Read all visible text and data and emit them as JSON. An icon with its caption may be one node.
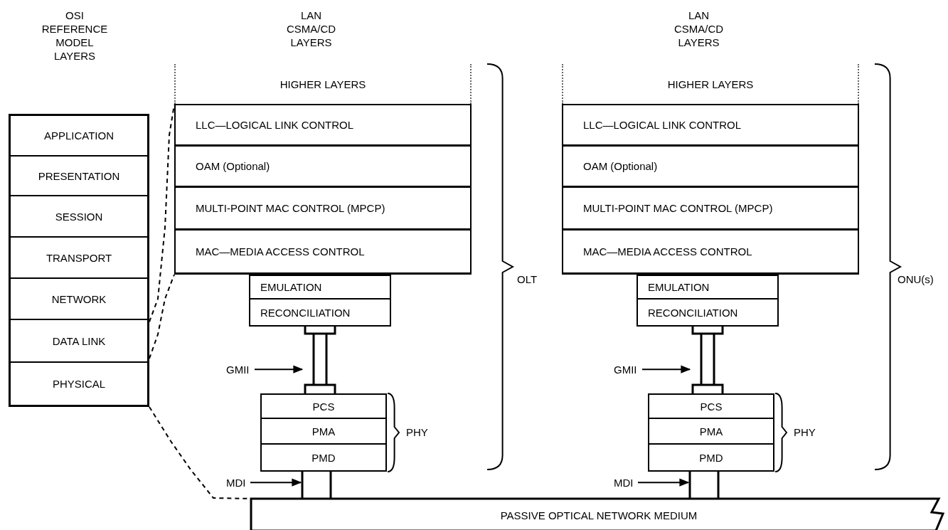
{
  "diagram": {
    "nodes": [
      {
        "text": [
          "APPLICATION"
        ]
      },
      {
        "text": [
          "PRESENTATION"
        ]
      },
      {
        "text": [
          "SESSION"
        ]
      },
      {
        "text": [
          "TRANSPORT"
        ]
      },
      {
        "text": [
          "NETWORK"
        ]
      },
      {
        "text": [
          "DATA LINK"
        ]
      },
      {
        "text": [
          "PHYSICAL"
        ]
      },
      {
        "text": [
          "HIGHER LAYERS"
        ]
      },
      {
        "text": [
          "LLC—LOGICAL LINK CONTROL"
        ]
      },
      {
        "text": [
          "OAM (Optional)"
        ]
      },
      {
        "text": [
          "MULTI-POINT MAC CONTROL (MPCP)"
        ]
      },
      {
        "text": [
          "MAC—MEDIA ACCESS CONTROL"
        ]
      },
      {
        "text": [
          "EMULATION"
        ]
      },
      {
        "text": [
          "RECONCILIATION"
        ]
      },
      {
        "text": [],
        "shape": "bar"
      },
      {
        "text": [
          "PCS"
        ]
      },
      {
        "text": [
          "PMA"
        ]
      },
      {
        "text": [
          "PMD"
        ]
      },
      {
        "text": [],
        "shape": "bar"
      },
      {
        "text": [
          "GMII"
        ]
      },
      {
        "text": [
          "MDI"
        ]
      },
      {
        "text": [
          "HIGHER LAYERS"
        ]
      },
      {
        "text": [
          "LLC—LOGICAL LINK CONTROL"
        ]
      },
      {
        "text": [
          "OAM (Optional)"
        ]
      },
      {
        "text": [
          "MULTI-POINT MAC CONTROL (MPCP)"
        ]
      },
      {
        "text": [
          "MAC—MEDIA ACCESS CONTROL"
        ]
      },
      {
        "text": [
          "EMULATION"
        ]
      },
      {
        "text": [
          "RECONCILIATION"
        ]
      },
      {
        "text": [],
        "shape": "bar"
      },
      {
        "text": [
          "PCS"
        ]
      },
      {
        "text": [
          "PMA"
        ]
      },
      {
        "text": [
          "PMD"
        ]
      },
      {
        "text": [],
        "shape": "bar"
      },
      {
        "text": [
          "GMII"
        ]
      },
      {
        "text": [
          "MDI"
        ]
      },
      {
        "text": [
          "PASSIVE OPTICAL NETWORK MEDIUM"
        ]
      }
    ],
    "edges": [
      {
        "from": 19,
        "to": 14,
        "arrow": "to"
      },
      {
        "from": 20,
        "to": 18,
        "arrow": "to"
      },
      {
        "from": 33,
        "to": 28,
        "arrow": "to"
      },
      {
        "from": 34,
        "to": 32,
        "arrow": "to"
      },
      {
        "from": 5,
        "to": 8,
        "arrow": "none",
        "style": "dashed"
      },
      {
        "from": 5,
        "to": 11,
        "arrow": "none",
        "style": "dashed"
      },
      {
        "from": 6,
        "to": 35,
        "arrow": "none",
        "style": "dashed"
      }
    ],
    "labels": [
      "OSI REFERENCE MODEL LAYERS",
      "LAN CSMA/CD LAYERS",
      "LAN CSMA/CD LAYERS",
      "OLT",
      "ONU(s)",
      "PHY",
      "PHY"
    ]
  }
}
